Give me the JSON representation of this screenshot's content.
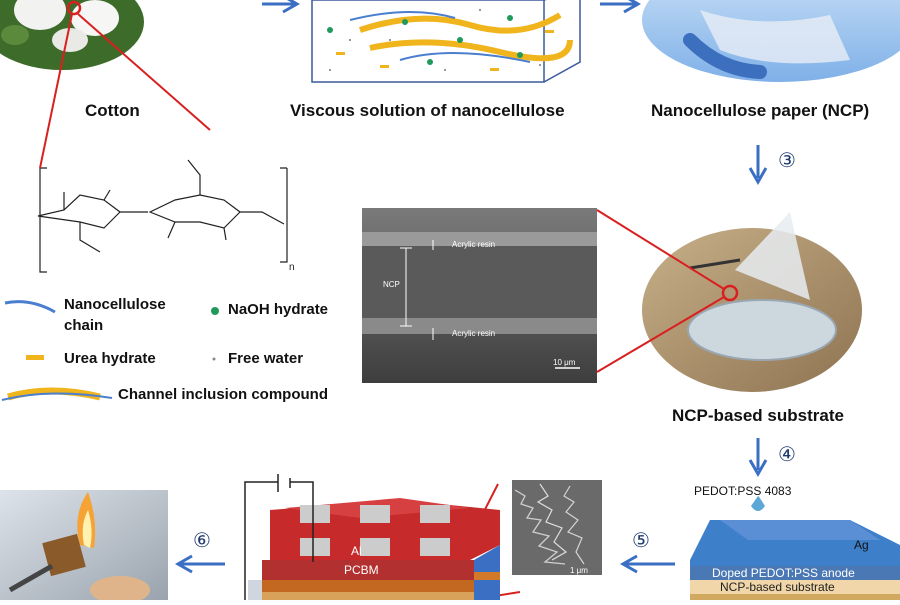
{
  "top": {
    "cotton_label": "Cotton",
    "solution_label": "Viscous solution of nanocellulose",
    "paper_label": "Nanocellulose paper (NCP)"
  },
  "steps": {
    "s3": "③",
    "s4": "④",
    "s5": "⑤",
    "s6": "⑥"
  },
  "structure": {
    "subscript_n": "n"
  },
  "legend": {
    "chain_line1": "Nanocellulose",
    "chain_line2": "chain",
    "naoh": "NaOH hydrate",
    "urea": "Urea hydrate",
    "water": "Free water",
    "channel": "Channel inclusion compound"
  },
  "sem": {
    "top_resin": "Acrylic resin",
    "ncp": "NCP",
    "bottom_resin": "Acrylic resin",
    "scale": "10 μm"
  },
  "substrate_label": "NCP-based substrate",
  "device_right": {
    "pedot_top": "PEDOT:PSS 4083",
    "ag": "Ag",
    "anode": "Doped PEDOT:PSS anode",
    "substrate": "NCP-based substrate"
  },
  "device_middle": {
    "al": "Al",
    "pcbm": "PCBM"
  },
  "micrograph": {
    "scale": "1 μm"
  },
  "colors": {
    "arrow": "#3a6fc4",
    "red_line": "#d92020",
    "gold": "#f0b41c",
    "blue_chain": "#4a7fd0",
    "green_dot": "#1f9a5a"
  }
}
